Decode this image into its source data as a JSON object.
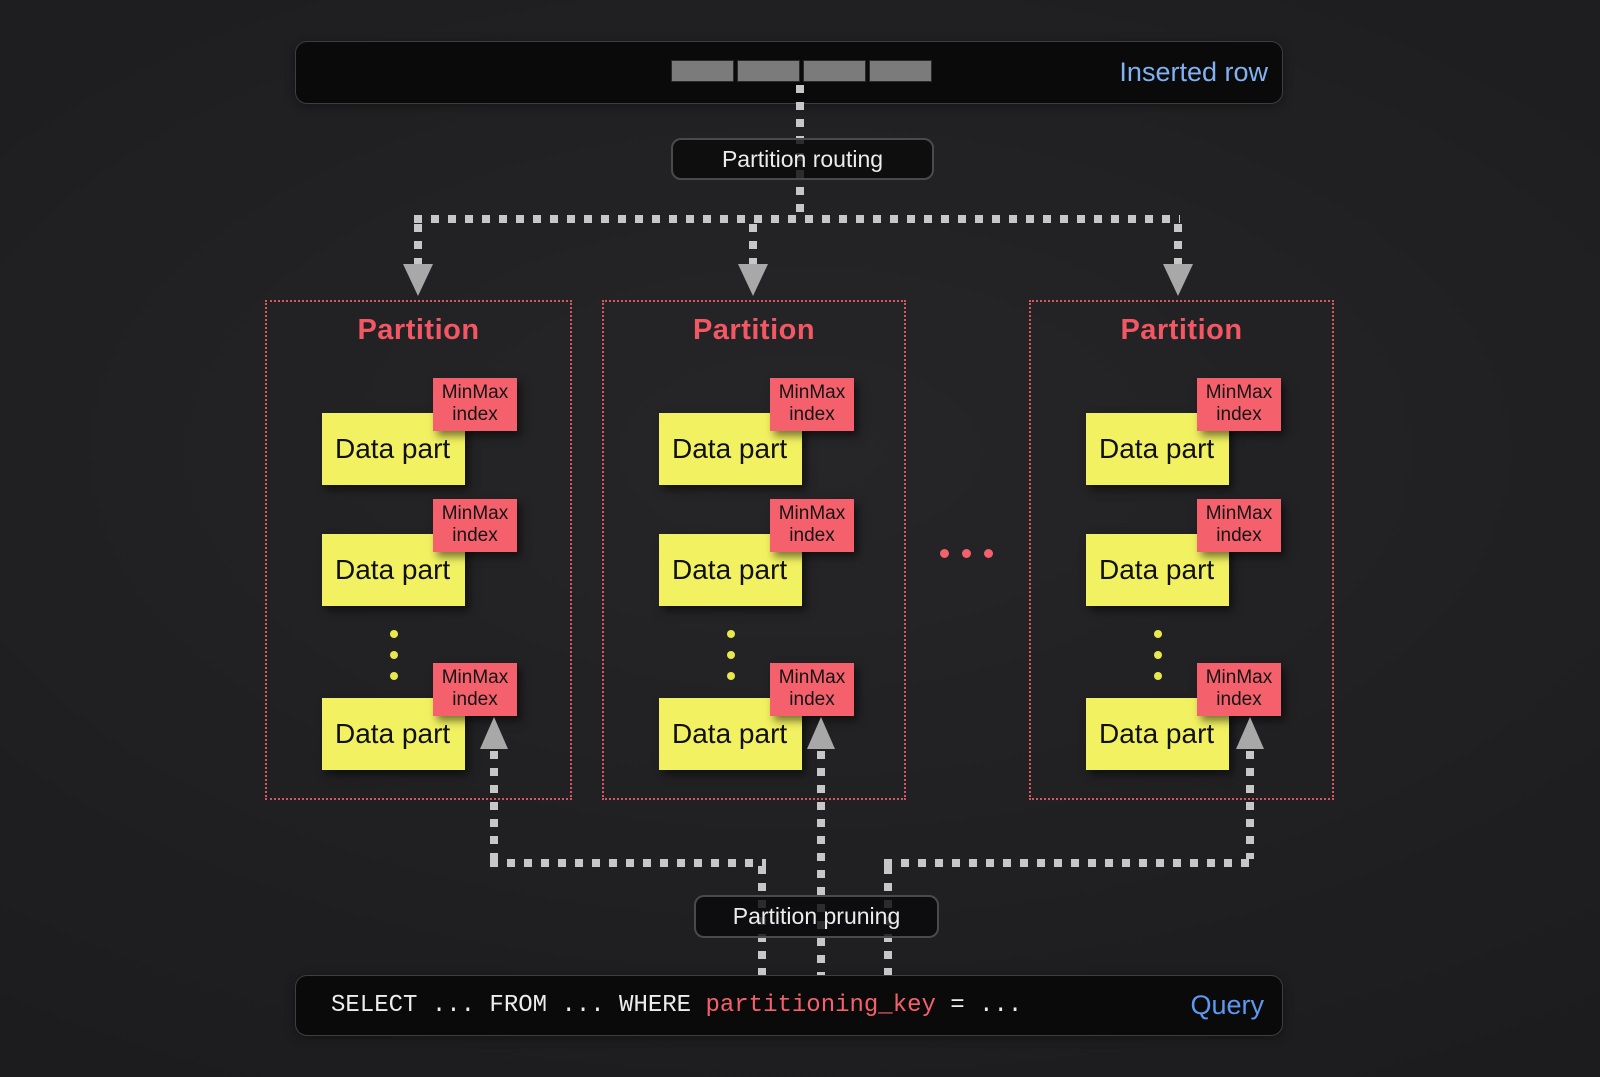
{
  "inserted_row": {
    "label": "Inserted row",
    "bar_segments": 4
  },
  "routing": {
    "label": "Partition routing"
  },
  "partitions": [
    {
      "title": "Partition",
      "parts": [
        {
          "label": "Data part",
          "index_label": "MinMax index"
        },
        {
          "label": "Data part",
          "index_label": "MinMax index"
        },
        {
          "label": "Data part",
          "index_label": "MinMax index"
        }
      ]
    },
    {
      "title": "Partition",
      "parts": [
        {
          "label": "Data part",
          "index_label": "MinMax index"
        },
        {
          "label": "Data part",
          "index_label": "MinMax index"
        },
        {
          "label": "Data part",
          "index_label": "MinMax index"
        }
      ]
    },
    {
      "title": "Partition",
      "parts": [
        {
          "label": "Data part",
          "index_label": "MinMax index"
        },
        {
          "label": "Data part",
          "index_label": "MinMax index"
        },
        {
          "label": "Data part",
          "index_label": "MinMax index"
        }
      ]
    }
  ],
  "pruning": {
    "label": "Partition pruning"
  },
  "query": {
    "code_prefix": "SELECT ... FROM ... WHERE ",
    "code_key": "partitioning_key",
    "code_suffix": " = ...",
    "label": "Query"
  },
  "icons": {
    "row_bar": "segmented-row-bar",
    "routing_arrows": "dashed-down-arrows",
    "pruning_arrows": "dashed-up-arrows",
    "more_parts": "vertical-ellipsis-dots",
    "more_partitions": "horizontal-ellipsis-dots"
  },
  "colors": {
    "background": "#1f1f21",
    "panel": "#0a0a0b",
    "accent_blue": "#82b1f2",
    "query_blue": "#5c99f0",
    "partition_red": "#f25763",
    "minmax_red": "#f4606b",
    "datapart_yellow": "#f2f161",
    "dash_gray": "#c7c7c7",
    "bar_gray": "#7b7b7b"
  }
}
